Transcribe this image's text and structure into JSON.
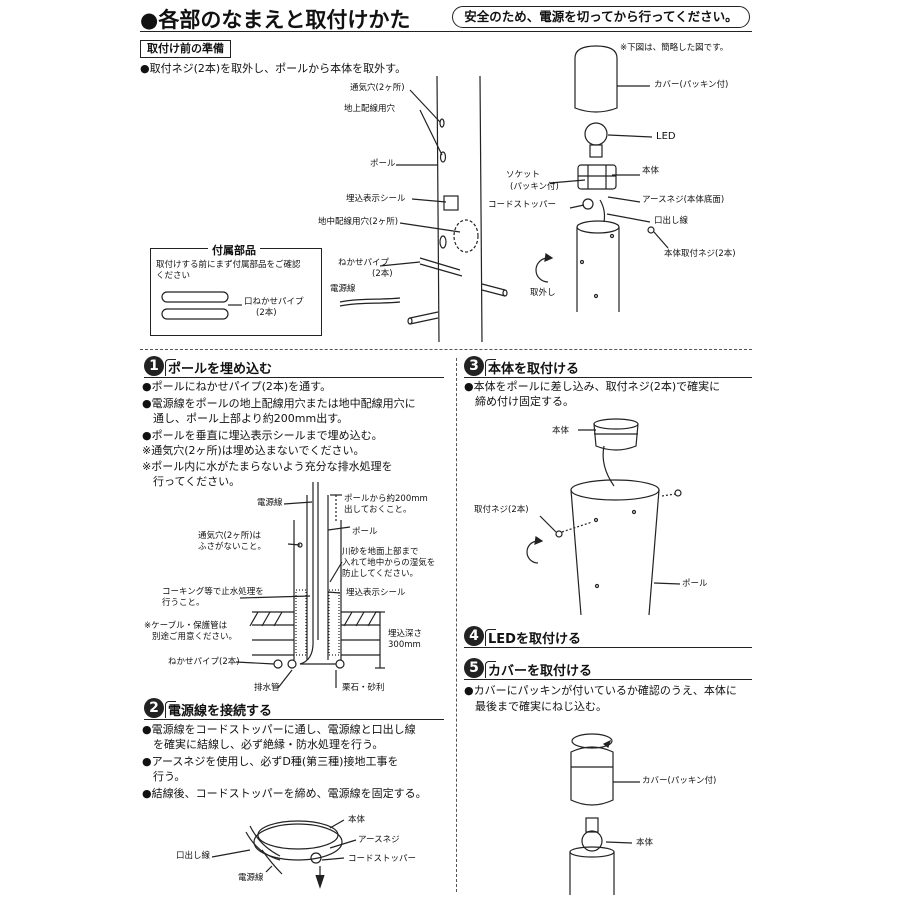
{
  "header": {
    "title": "●各部のなまえと取付けかた",
    "warning": "安全のため、電源を切ってから行ってください。"
  },
  "prep": {
    "box_label": "取付け前の準備",
    "note_right": "※下図は、簡略した図です。",
    "instruction": "●取付ネジ(2本)を取外し、ポールから本体を取外す。",
    "labels": {
      "vent": "通気穴(2ヶ所)",
      "surface_hole": "地上配線用穴",
      "pole": "ポール",
      "seal": "埋込表示シール",
      "underground_hole": "地中配線用穴(2ヶ所)",
      "pipe": "ねかせパイプ",
      "pipe_count": "(2本)",
      "cable": "電源線",
      "cover": "カバー(パッキン付)",
      "led": "LED",
      "body": "本体",
      "socket": "ソケット",
      "socket_sub": "(パッキン付)",
      "earth": "アースネジ(本体底面)",
      "stopper": "コードストッパー",
      "lead": "口出し線",
      "screw": "本体取付ネジ(2本)",
      "remove": "取外し"
    }
  },
  "accessory": {
    "title": "付属部品",
    "note_line1": "取付けする前にまず付属部品をご確認",
    "note_line2": "ください",
    "item": "口ねかせパイプ",
    "item_count": "(2本)"
  },
  "step1": {
    "num": "1",
    "title": "ポールを埋め込む",
    "lines": [
      "●ポールにねかせパイプ(2本)を通す。",
      "●電源線をポールの地上配線用穴または地中配線用穴に",
      "　通し、ポール上部より約200mm出す。",
      "●ポールを垂直に埋込表示シールまで埋め込む。",
      "※通気穴(2ヶ所)は埋め込まないでください。",
      "※ポール内に水がたまらないよう充分な排水処理を",
      "　行ってください。"
    ],
    "labels": {
      "cable": "電源線",
      "out200_1": "ポールから約200mm",
      "out200_2": "出しておくこと。",
      "vent1": "通気穴(2ヶ所)は",
      "vent2": "ふさがないこと。",
      "pole": "ポール",
      "sand1": "川砂を地面上部まで",
      "sand2": "入れて地中からの湿気を",
      "sand3": "防止してください。",
      "caulk1": "コーキング等で止水処理を",
      "caulk2": "行うこと。",
      "seal": "埋込表示シール",
      "cable_note1": "※ケーブル・保護管は",
      "cable_note2": "別途ご用意ください。",
      "depth1": "埋込深さ",
      "depth2": "300mm",
      "pipe": "ねかせパイプ(2本)",
      "drain": "排水管",
      "gravel": "栗石・砂利"
    }
  },
  "step2": {
    "num": "2",
    "title": "電源線を接続する",
    "lines": [
      "●電源線をコードストッパーに通し、電源線と口出し線",
      "　を確実に結線し、必ず絶縁・防水処理を行う。",
      "●アースネジを使用し、必ずD種(第三種)接地工事を",
      "　行う。",
      "●結線後、コードストッパーを締め、電源線を固定する。"
    ],
    "labels": {
      "body": "本体",
      "earth": "アースネジ",
      "stopper": "コードストッパー",
      "lead": "口出し線",
      "cable": "電源線"
    }
  },
  "step3": {
    "num": "3",
    "title": "本体を取付ける",
    "lines": [
      "●本体をポールに差し込み、取付ネジ(2本)で確実に",
      "　締め付け固定する。"
    ],
    "labels": {
      "body": "本体",
      "screw": "取付ネジ(2本)",
      "pole": "ポール"
    }
  },
  "step4": {
    "num": "4",
    "title": "LEDを取付ける"
  },
  "step5": {
    "num": "5",
    "title": "カバーを取付ける",
    "lines": [
      "●カバーにパッキンが付いているか確認のうえ、本体に",
      "　最後まで確実にねじ込む。"
    ],
    "labels": {
      "cover": "カバー(パッキン付)",
      "body": "本体"
    }
  }
}
